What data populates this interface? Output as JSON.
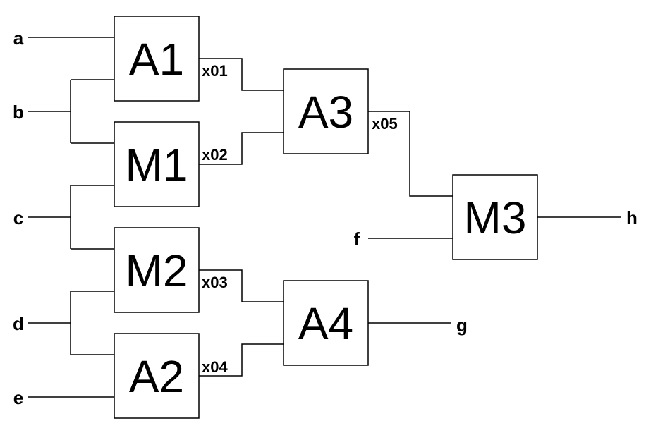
{
  "blocks": {
    "A1": "A1",
    "M1": "M1",
    "M2": "M2",
    "A2": "A2",
    "A3": "A3",
    "A4": "A4",
    "M3": "M3"
  },
  "inputs": {
    "a": "a",
    "b": "b",
    "c": "c",
    "d": "d",
    "e": "e",
    "f": "f"
  },
  "outputs": {
    "g": "g",
    "h": "h"
  },
  "signals": {
    "x01": "x01",
    "x02": "x02",
    "x03": "x03",
    "x04": "x04",
    "x05": "x05"
  }
}
